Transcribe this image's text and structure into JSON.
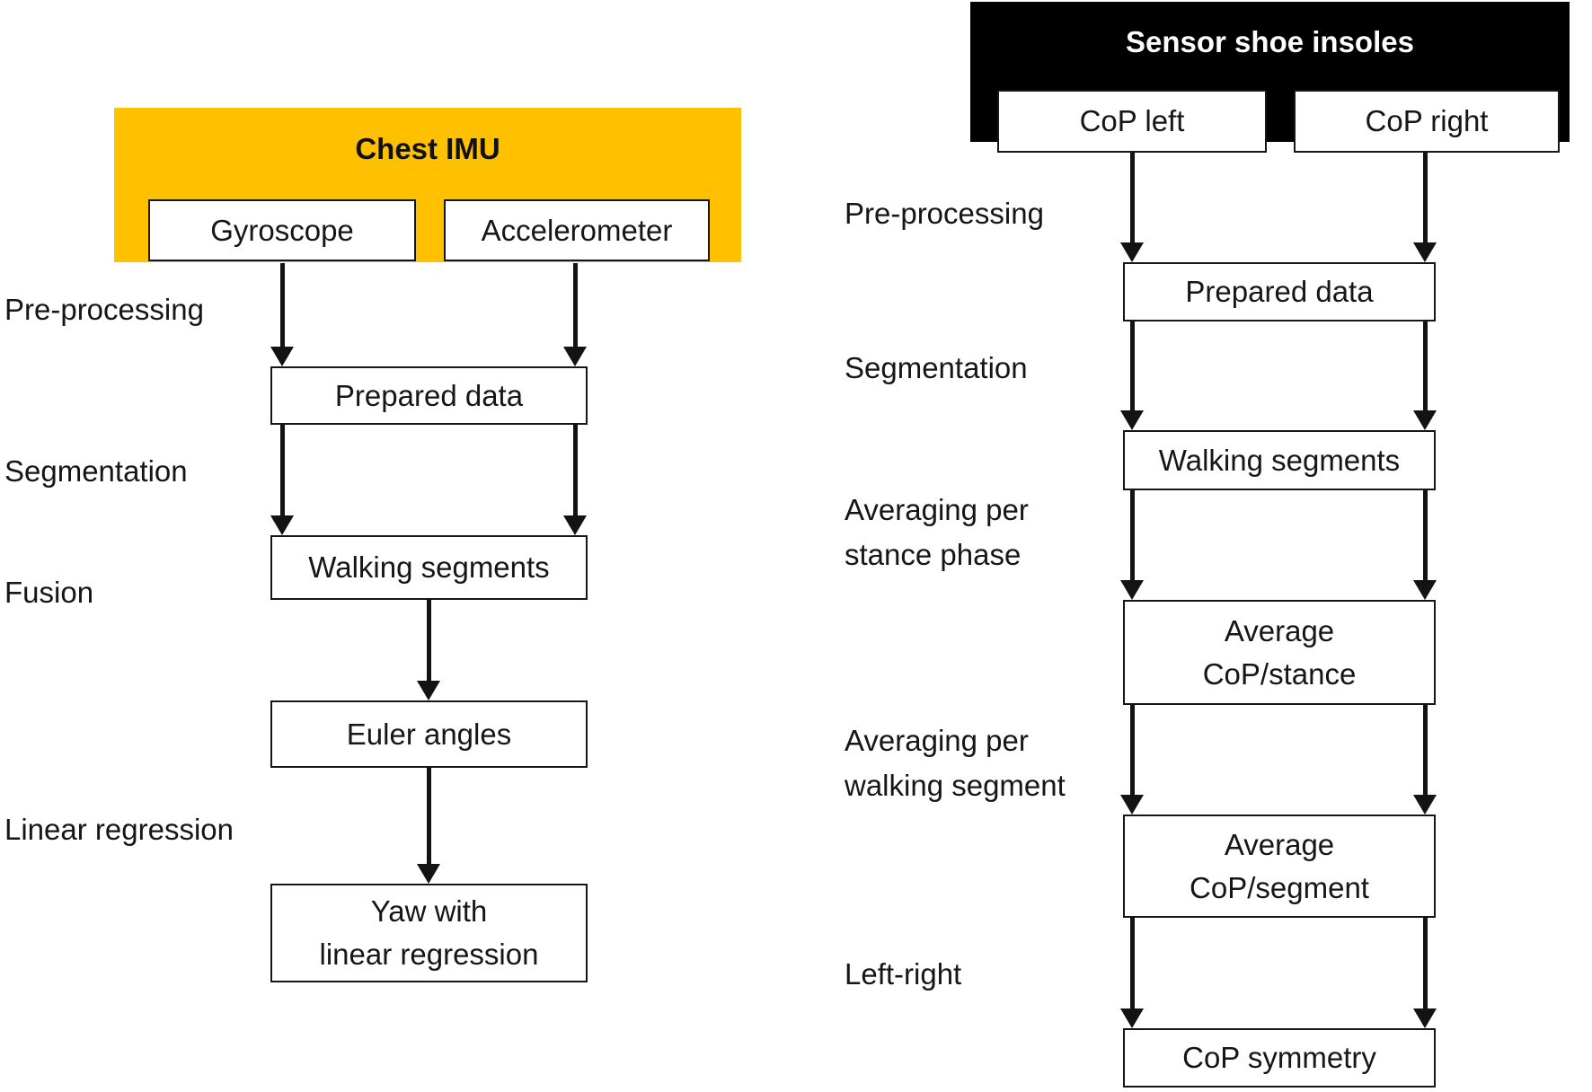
{
  "left_panel": {
    "header": {
      "title": "Chest IMU",
      "bg_color": "#FFC000",
      "text_color": "#111111"
    },
    "sources": [
      {
        "label": "Gyroscope"
      },
      {
        "label": "Accelerometer"
      }
    ],
    "stages": [
      {
        "line1": "Pre-processing"
      },
      {
        "line1": "Segmentation"
      },
      {
        "line1": "Fusion"
      },
      {
        "line1": "Linear regression"
      }
    ],
    "nodes": [
      {
        "line1": "Prepared data"
      },
      {
        "line1": "Walking segments"
      },
      {
        "line1": "Euler angles"
      },
      {
        "line1": "Yaw with",
        "line2": "linear regression"
      }
    ]
  },
  "right_panel": {
    "header": {
      "title": "Sensor shoe insoles",
      "bg_color": "#000000",
      "text_color": "#ffffff"
    },
    "sources": [
      {
        "label": "CoP left"
      },
      {
        "label": "CoP right"
      }
    ],
    "stages": [
      {
        "line1": "Pre-processing"
      },
      {
        "line1": "Segmentation"
      },
      {
        "line1": "Averaging per",
        "line2": "stance phase"
      },
      {
        "line1": "Averaging per",
        "line2": "walking segment"
      },
      {
        "line1": "Left-right"
      }
    ],
    "nodes": [
      {
        "line1": "Prepared data"
      },
      {
        "line1": "Walking segments"
      },
      {
        "line1": "Average",
        "line2": "CoP/stance"
      },
      {
        "line1": "Average",
        "line2": "CoP/segment"
      },
      {
        "line1": "CoP symmetry"
      }
    ]
  }
}
